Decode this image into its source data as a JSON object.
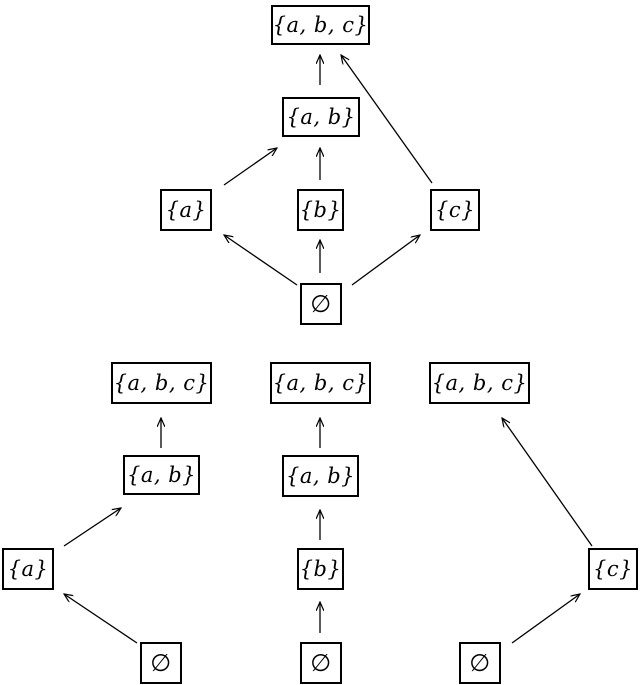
{
  "top_diagram": {
    "abc": "{a, b, c}",
    "ab": "{a, b}",
    "a": "{a}",
    "b": "{b}",
    "c": "{c}",
    "empty": "∅"
  },
  "bottom_left": {
    "abc": "{a, b, c}",
    "ab": "{a, b}",
    "a": "{a}",
    "empty": "∅"
  },
  "bottom_middle": {
    "abc": "{a, b, c}",
    "ab": "{a, b}",
    "b": "{b}",
    "empty": "∅"
  },
  "bottom_right": {
    "abc": "{a, b, c}",
    "c": "{c}",
    "empty": "∅"
  }
}
